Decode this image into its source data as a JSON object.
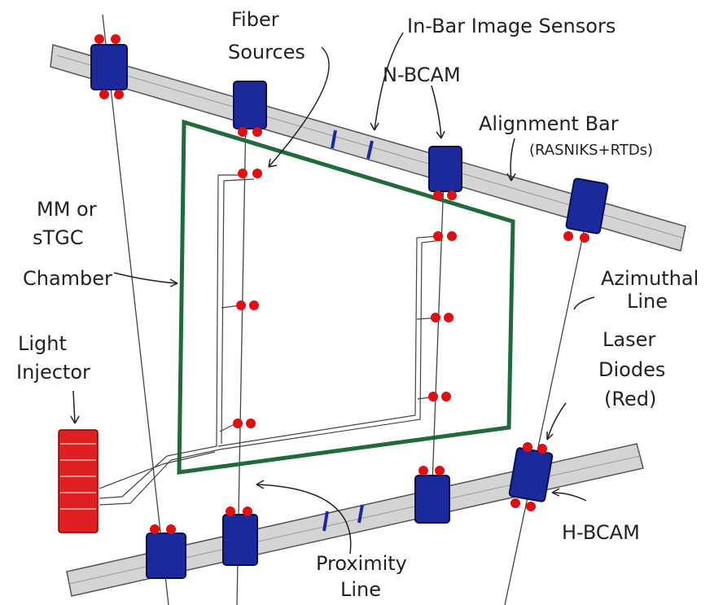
{
  "labels": {
    "fiber_sources": [
      "Fiber",
      "Sources"
    ],
    "in_bar_image_sensors": "In-Bar Image Sensors",
    "n_bcam": "N-BCAM",
    "alignment_bar": "Alignment Bar",
    "alignment_bar_sub": "(RASNIKS+RTDs)",
    "chamber": [
      "MM or",
      "sTGC",
      "Chamber"
    ],
    "azimuthal_line": [
      "Azimuthal",
      "Line"
    ],
    "light_injector": [
      "Light",
      "Injector"
    ],
    "laser_diodes": [
      "Laser",
      "Diodes",
      "(Red)"
    ],
    "h_bcam": "H-BCAM",
    "proximity_line": [
      "Proximity",
      "Line"
    ]
  },
  "colors": {
    "bar": "#cfcfcf",
    "bcam": "#1a2a9a",
    "chamber": "#1f6b3a",
    "laser": "#e01010",
    "injector": "#e02020"
  }
}
